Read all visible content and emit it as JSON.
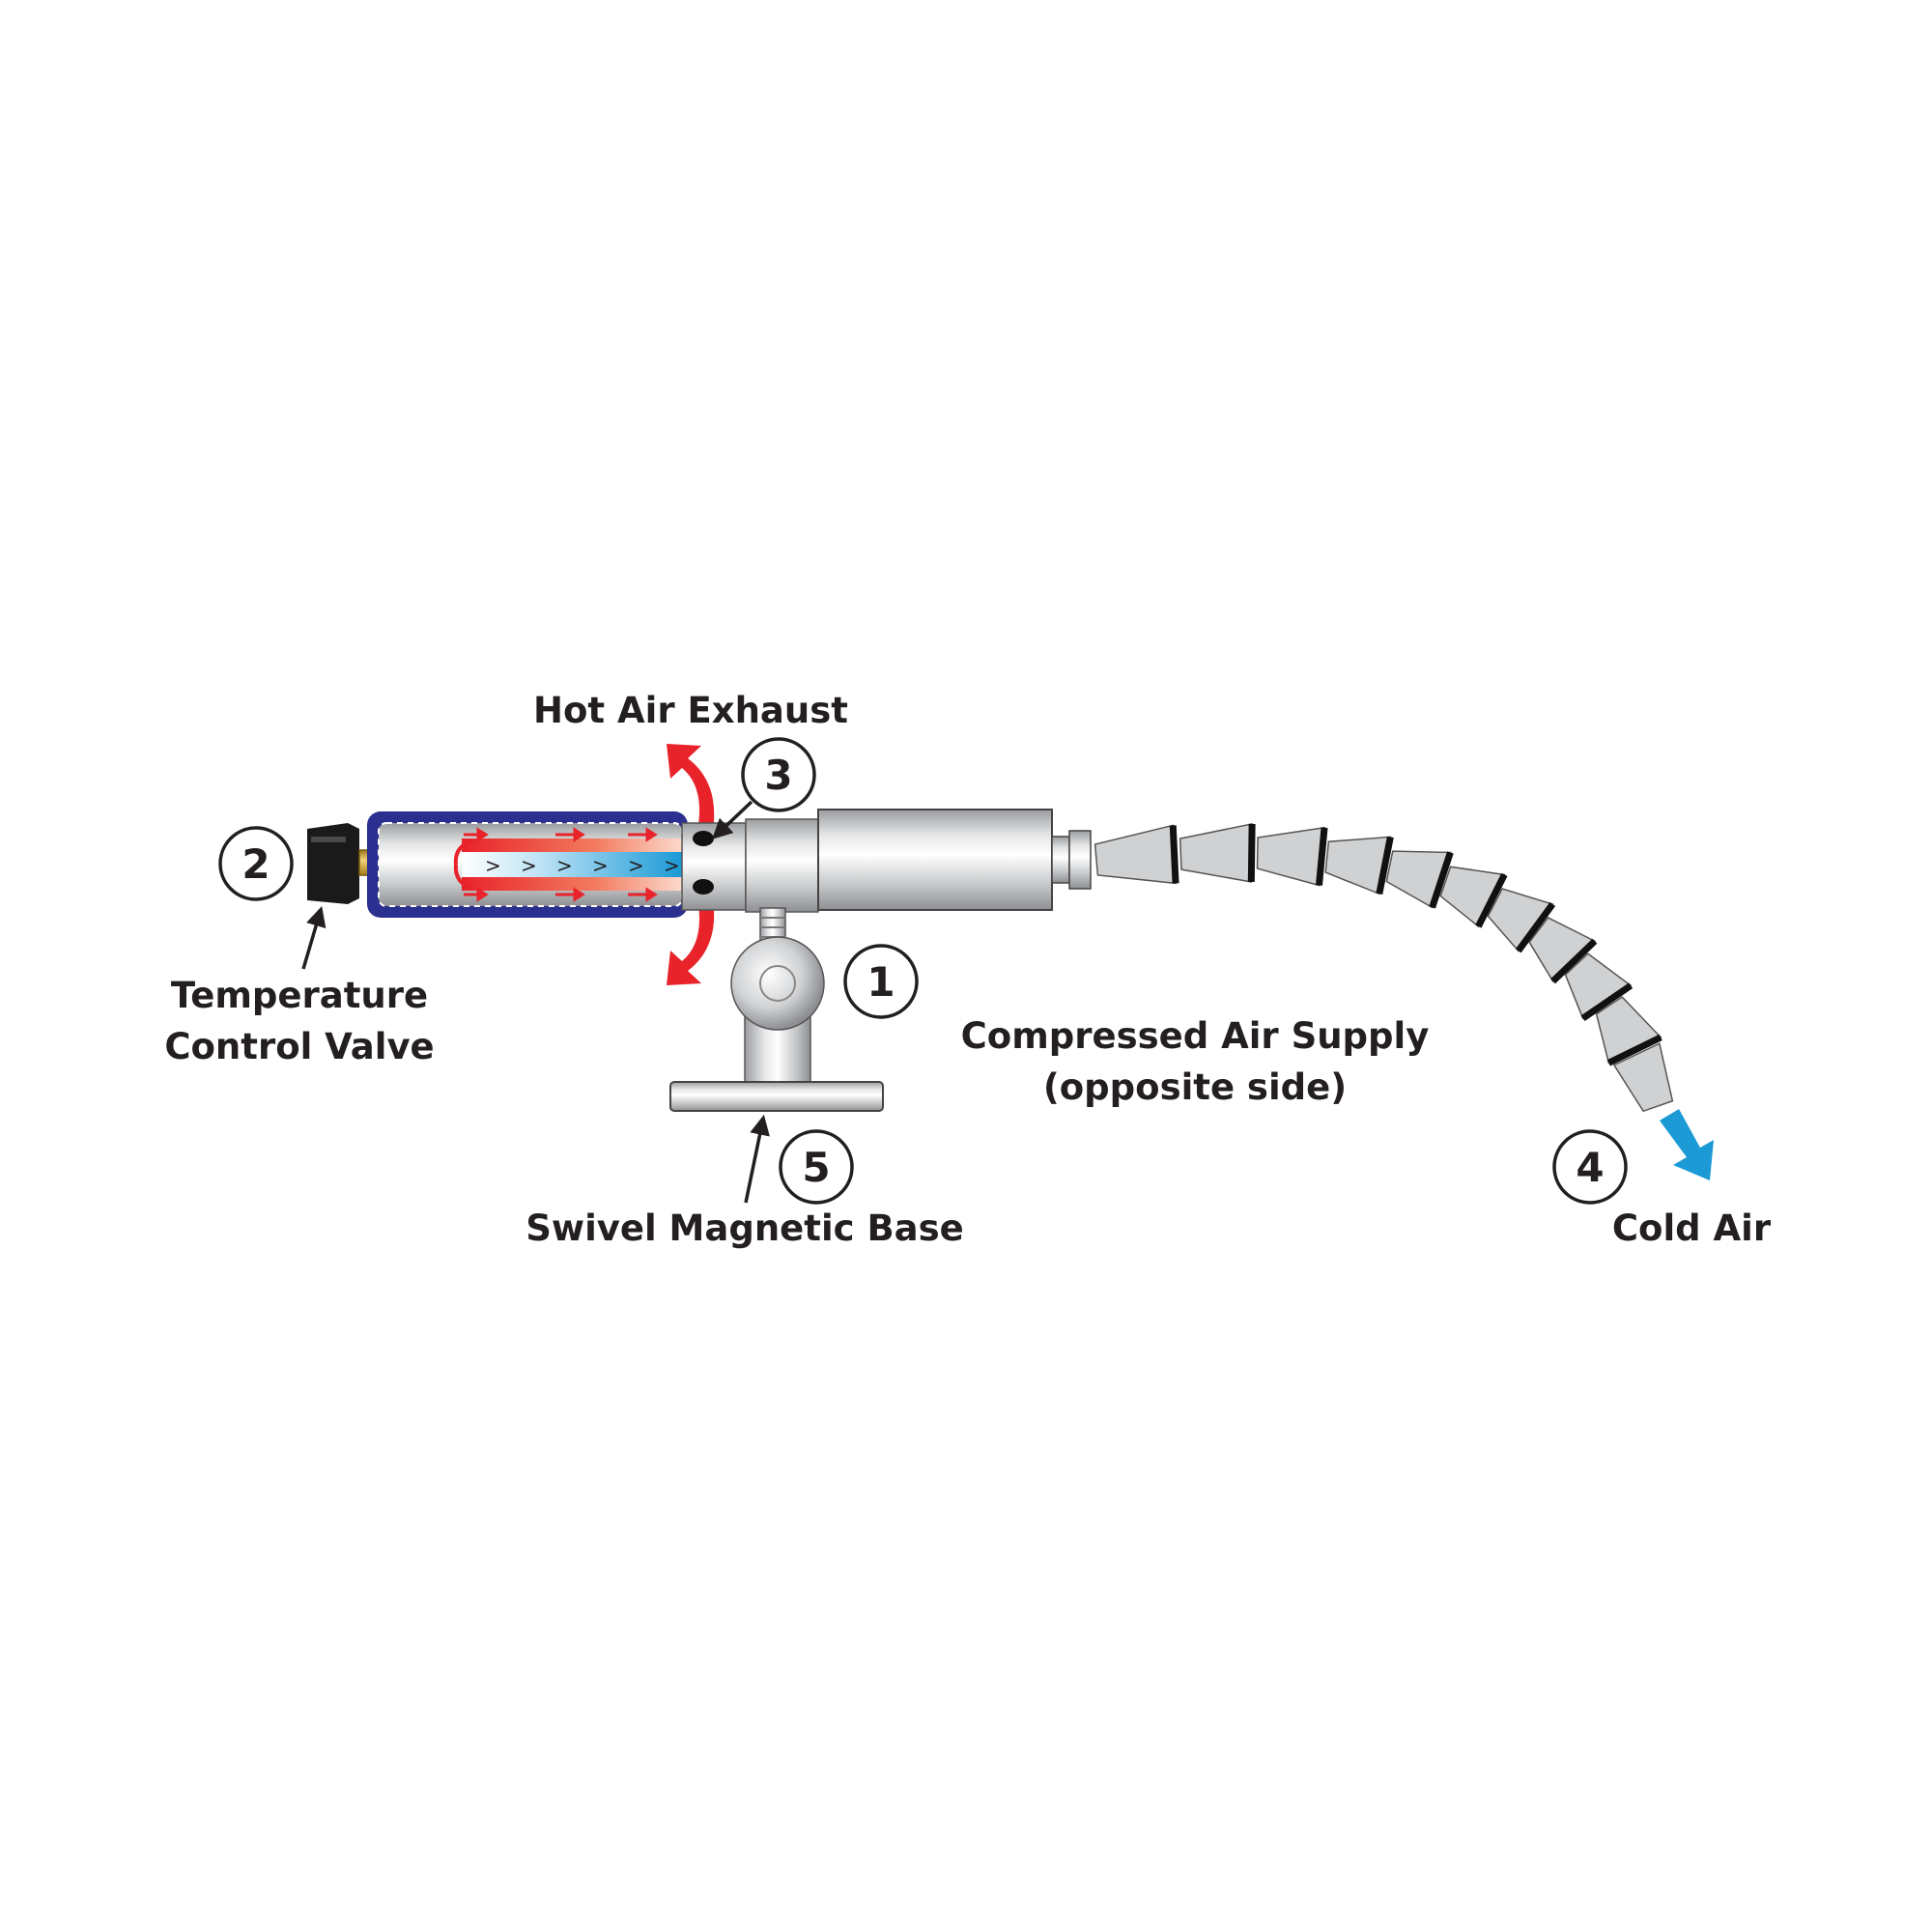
{
  "labels": {
    "hot_air_exhaust": "Hot Air Exhaust",
    "temperature_control_valve_line1": "Temperature",
    "temperature_control_valve_line2": "Control Valve",
    "compressed_air_supply_line1": "Compressed Air Supply",
    "compressed_air_supply_line2": "(opposite side)",
    "swivel_magnetic_base": "Swivel Magnetic Base",
    "cold_air": "Cold Air"
  },
  "callouts": {
    "n1": "1",
    "n2": "2",
    "n3": "3",
    "n4": "4",
    "n5": "5"
  },
  "inner_flow_marks": [
    ">",
    ">",
    ">",
    ">",
    ">",
    ">"
  ],
  "colors": {
    "text": "#231f20",
    "hot": "#e8232a",
    "cold": "#1b9ad6",
    "housing": "#2b2f8f",
    "brass": "#d4a32a",
    "steel": "#c9cbcd"
  }
}
